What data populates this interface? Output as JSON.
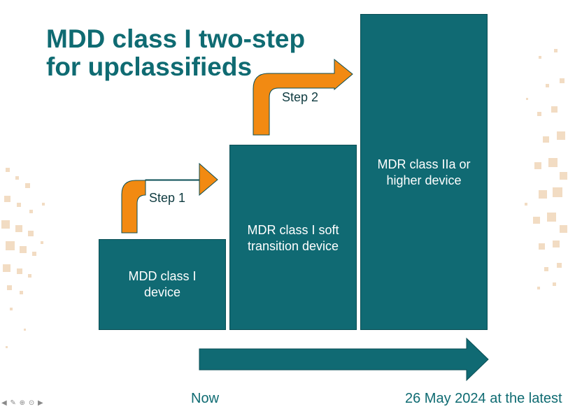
{
  "slide": {
    "title_line1": "MDD class I two-step",
    "title_line2": "for upclassifieds"
  },
  "boxes": [
    {
      "label": "MDD class I device"
    },
    {
      "label": "MDR class I soft transition device"
    },
    {
      "label": "MDR class IIa or higher device"
    }
  ],
  "steps": [
    {
      "label": "Step 1"
    },
    {
      "label": "Step 2"
    }
  ],
  "timeline": {
    "start_label": "Now",
    "end_label": "26 May 2024 at the latest"
  },
  "nav_icons": [
    "arrow-left-icon",
    "pen-icon",
    "zoom-icon",
    "more-icon",
    "arrow-right-icon"
  ],
  "colors": {
    "teal": "#106a73",
    "orange": "#f28a12",
    "decor": "#f2dcc3"
  }
}
